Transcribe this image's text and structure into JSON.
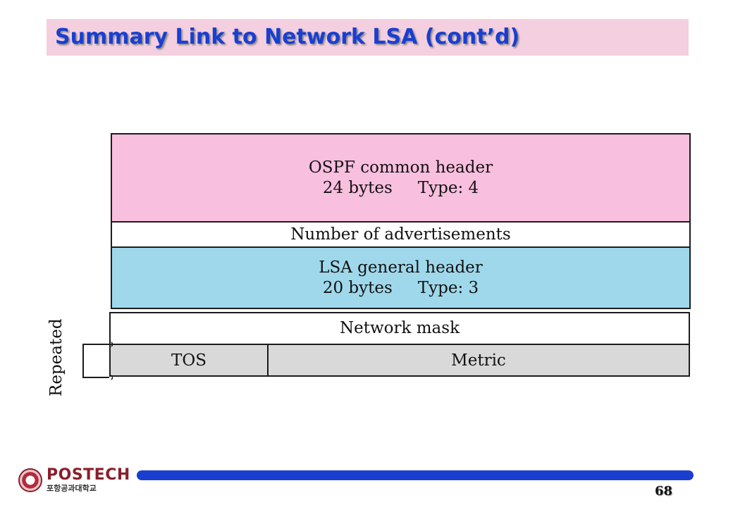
{
  "slide": {
    "title": "Summary Link to Network LSA (cont’d)",
    "page_number": "68"
  },
  "diagram": {
    "common_header": {
      "line1": "OSPF common header",
      "size": "24 bytes",
      "type": "Type: 4"
    },
    "num_advertisements": "Number of advertisements",
    "lsa_header": {
      "line1": "LSA general header",
      "size": "20 bytes",
      "type": "Type: 3"
    },
    "network_mask": "Network mask",
    "tos": "TOS",
    "metric": "Metric",
    "repeated": "Repeated"
  },
  "logo": {
    "name": "POSTECH",
    "sub": "포항공과대학교"
  },
  "colors": {
    "title_bg": "#f4cfe0",
    "title_text": "#1a3fd0",
    "common_header_fill": "#f9bfdf",
    "lsa_header_fill": "#9fd8eb",
    "repeated_fill": "#d9d9d9",
    "footer_line": "#1a3fd0"
  }
}
